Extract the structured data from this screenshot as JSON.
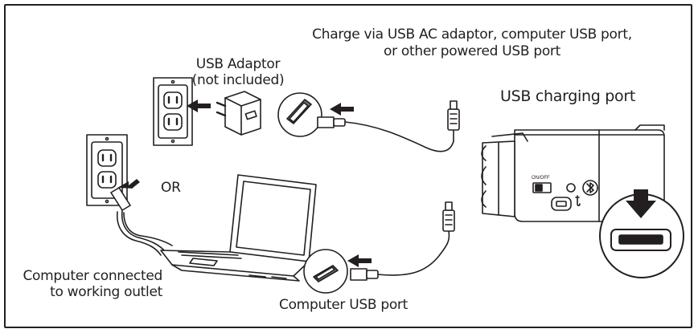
{
  "labels": {
    "charge_line1": "Charge via USB AC adaptor, computer USB port,",
    "charge_line2": "or other powered USB port",
    "adaptor_line1": "USB Adaptor",
    "adaptor_line2": "(not included)",
    "charging_port": "USB charging port",
    "or": "OR",
    "computer_line1": "Computer connected",
    "computer_line2": "to working outlet",
    "computer_usb_port": "Computer USB port",
    "switch_label": "ON/OFF"
  },
  "colors": {
    "ink": "#231f20",
    "background": "#ffffff"
  },
  "icons": [
    "bluetooth-icon",
    "usb-icon",
    "arrow-icon"
  ]
}
